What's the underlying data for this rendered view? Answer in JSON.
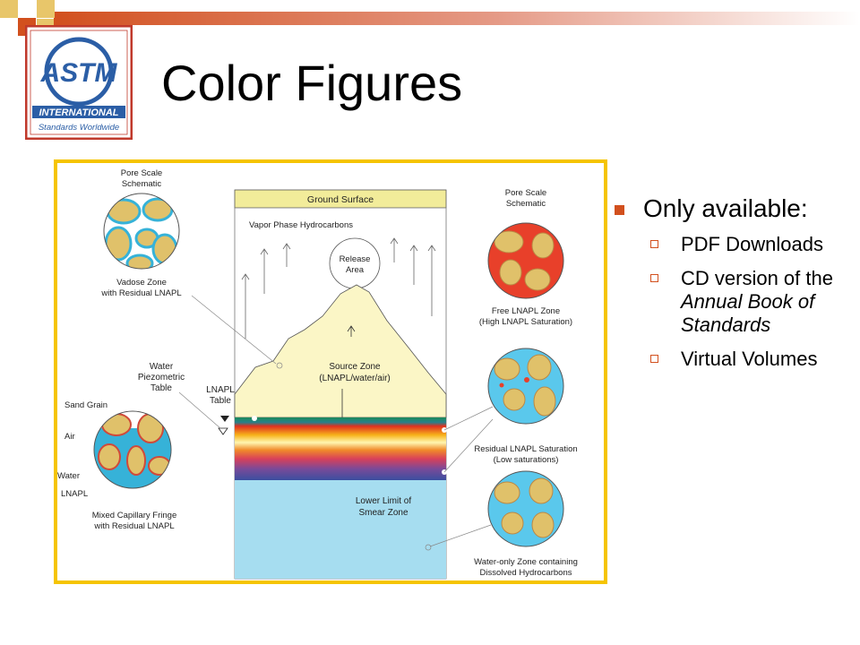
{
  "slide": {
    "title": "Color Figures",
    "accent_color": "#d2501e",
    "logo": {
      "letters": "ASTM",
      "line1": "INTERNATIONAL",
      "line2": "Standards Worldwide",
      "color": "#2b5ea6"
    }
  },
  "diagram": {
    "ground_surface": "Ground Surface",
    "vapor_phase": "Vapor Phase Hydrocarbons",
    "release_area": [
      "Release",
      "Area"
    ],
    "source_zone": [
      "Source Zone",
      "(LNAPL/water/air)"
    ],
    "lower_limit": [
      "Lower Limit of",
      "Smear Zone"
    ],
    "water_table": [
      "Water",
      "Piezometric",
      "Table"
    ],
    "lnapl_table": [
      "LNAPL",
      "Table"
    ],
    "pore_left_title": [
      "Pore Scale",
      "Schematic"
    ],
    "pore_left_caption": [
      "Vadose Zone",
      "with Residual LNAPL"
    ],
    "pore_right_title": [
      "Pore Scale",
      "Schematic"
    ],
    "pore_right_caption": [
      "Free LNAPL Zone",
      "(High LNAPL Saturation)"
    ],
    "residual_caption": [
      "Residual LNAPL Saturation",
      "(Low saturations)"
    ],
    "water_only_caption": [
      "Water-only Zone containing",
      "Dissolved Hydrocarbons"
    ],
    "labels": {
      "sand_grain": "Sand Grain",
      "air": "Air",
      "water": "Water",
      "lnapl": "LNAPL"
    },
    "fringe_caption": [
      "Mixed Capillary Fringe",
      "with Residual LNAPL"
    ]
  },
  "bullets": {
    "main": "Only available:",
    "items": [
      {
        "text": "PDF Downloads"
      },
      {
        "text": "CD version of the ",
        "italic": "Annual Book of Standards"
      },
      {
        "text": "Virtual Volumes"
      }
    ]
  }
}
